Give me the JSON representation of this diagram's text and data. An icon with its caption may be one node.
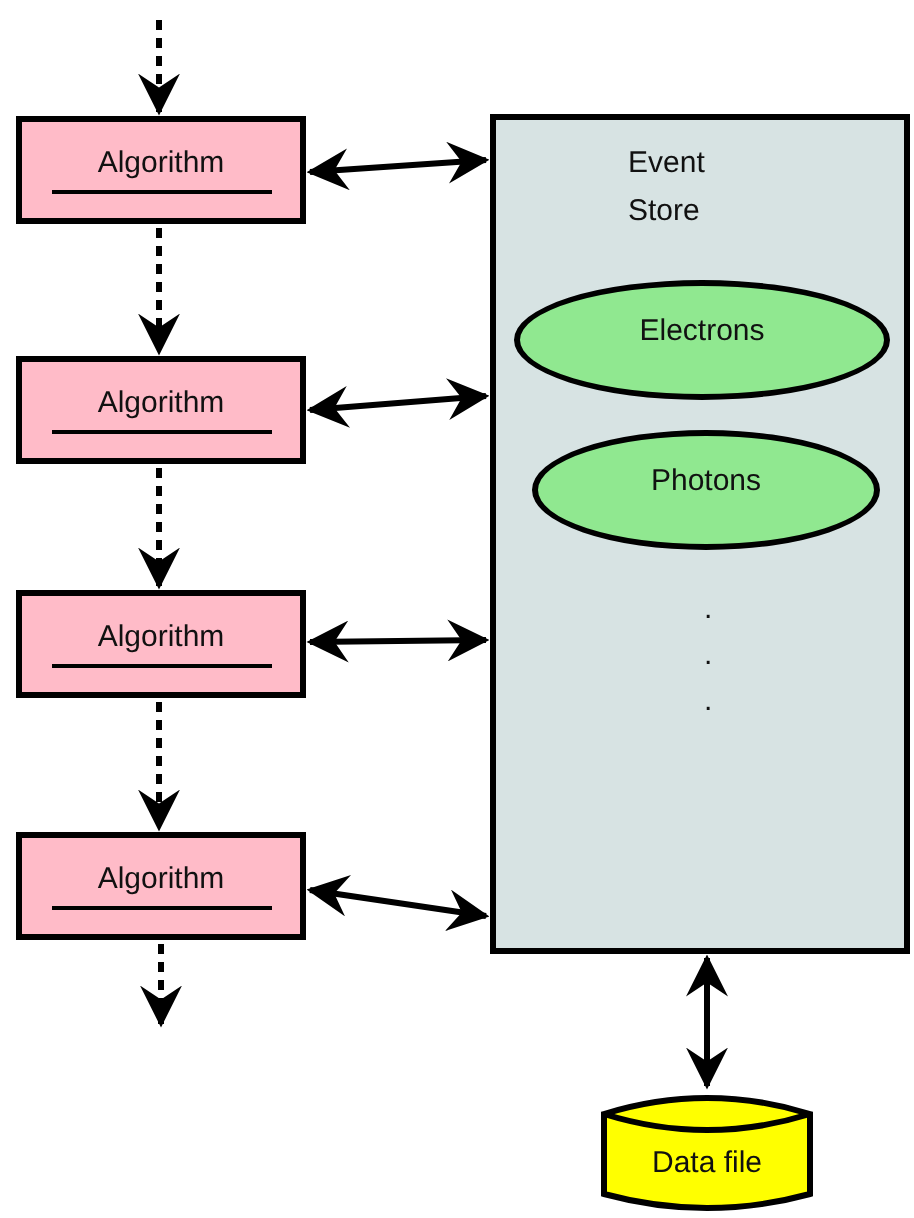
{
  "diagram": {
    "nodes": [
      {
        "text": [
          "Algorithm"
        ]
      },
      {
        "text": [
          "Algorithm"
        ]
      },
      {
        "text": [
          "Algorithm"
        ]
      },
      {
        "text": [
          "Algorithm"
        ]
      },
      {
        "text": [
          "Event Store"
        ]
      },
      {
        "text": [
          "Electrons"
        ],
        "in": 4
      },
      {
        "text": [
          "Photons"
        ],
        "in": 4
      },
      {
        "text": [
          "Data file"
        ]
      }
    ],
    "edges": [
      {
        "from": null,
        "to": 0,
        "arrow": "to",
        "style": "dashed"
      },
      {
        "from": 0,
        "to": 1,
        "arrow": "to",
        "style": "dashed"
      },
      {
        "from": 1,
        "to": 2,
        "arrow": "to",
        "style": "dashed"
      },
      {
        "from": 2,
        "to": 3,
        "arrow": "to",
        "style": "dashed"
      },
      {
        "from": 3,
        "to": null,
        "arrow": "to",
        "style": "dashed"
      },
      {
        "from": 0,
        "to": 4,
        "arrow": "both"
      },
      {
        "from": 1,
        "to": 4,
        "arrow": "both"
      },
      {
        "from": 2,
        "to": 4,
        "arrow": "both"
      },
      {
        "from": 3,
        "to": 4,
        "arrow": "both"
      },
      {
        "from": 4,
        "to": 7,
        "arrow": "both"
      }
    ],
    "labels": [
      ".",
      ".",
      "."
    ]
  }
}
